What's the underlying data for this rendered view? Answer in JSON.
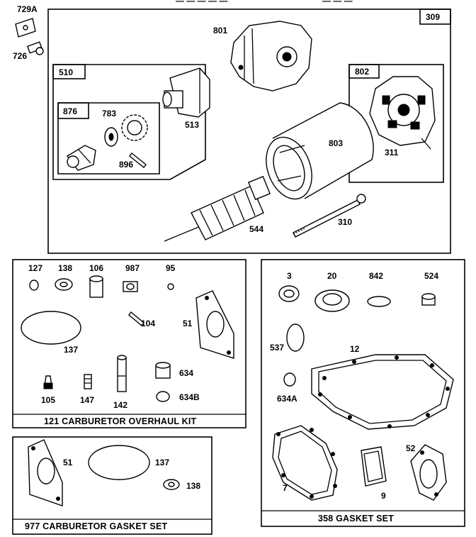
{
  "header_fragments": [
    "— — — — —",
    "— — —"
  ],
  "callouts": {
    "c729A": "729A",
    "c726": "726",
    "c309": "309",
    "c801": "801",
    "c510": "510",
    "c876": "876",
    "c783": "783",
    "c513": "513",
    "c896": "896",
    "c802": "802",
    "c803": "803",
    "c311": "311",
    "c544": "544",
    "c310": "310",
    "c127": "127",
    "c138a": "138",
    "c106": "106",
    "c987": "987",
    "c95": "95",
    "c104": "104",
    "c51a": "51",
    "c137a": "137",
    "c634": "634",
    "c634B": "634B",
    "c105": "105",
    "c147": "147",
    "c142": "142",
    "c3": "3",
    "c20": "20",
    "c842": "842",
    "c524": "524",
    "c537": "537",
    "c12": "12",
    "c634A": "634A",
    "c7": "7",
    "c9": "9",
    "c52": "52",
    "c51b": "51",
    "c137b": "137",
    "c138b": "138"
  },
  "kits": {
    "carb_overhaul": "121 CARBURETOR OVERHAUL KIT",
    "carb_gasket": "977 CARBURETOR GASKET SET",
    "gasket_set": "358 GASKET SET"
  }
}
